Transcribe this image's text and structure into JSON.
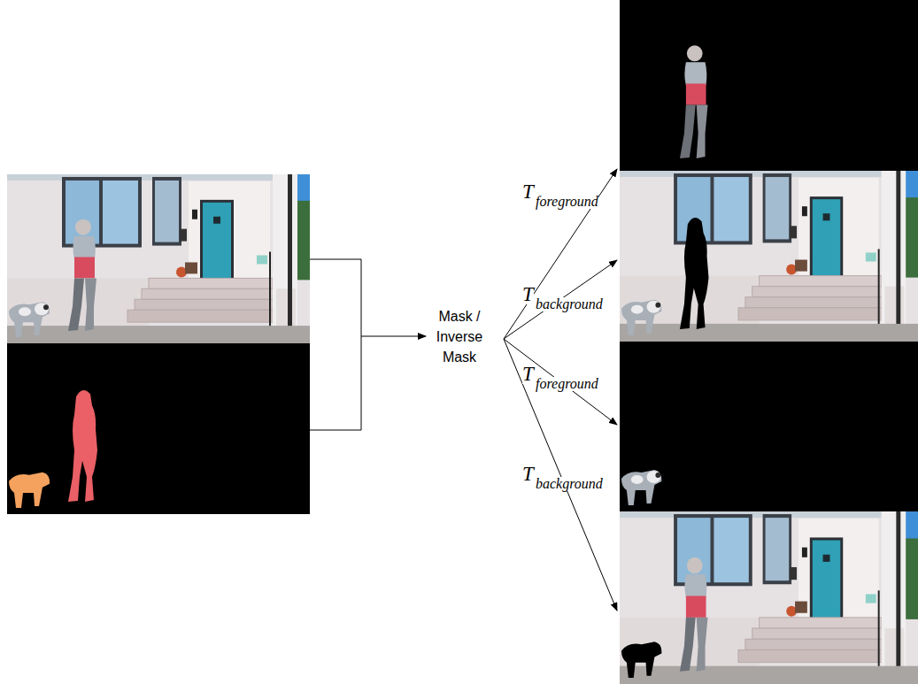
{
  "diagram": {
    "labels": [
      "Mask / Inverse Mask",
      "T",
      "foreground",
      "T",
      "background",
      "T",
      "foreground",
      "T",
      "background"
    ]
  }
}
